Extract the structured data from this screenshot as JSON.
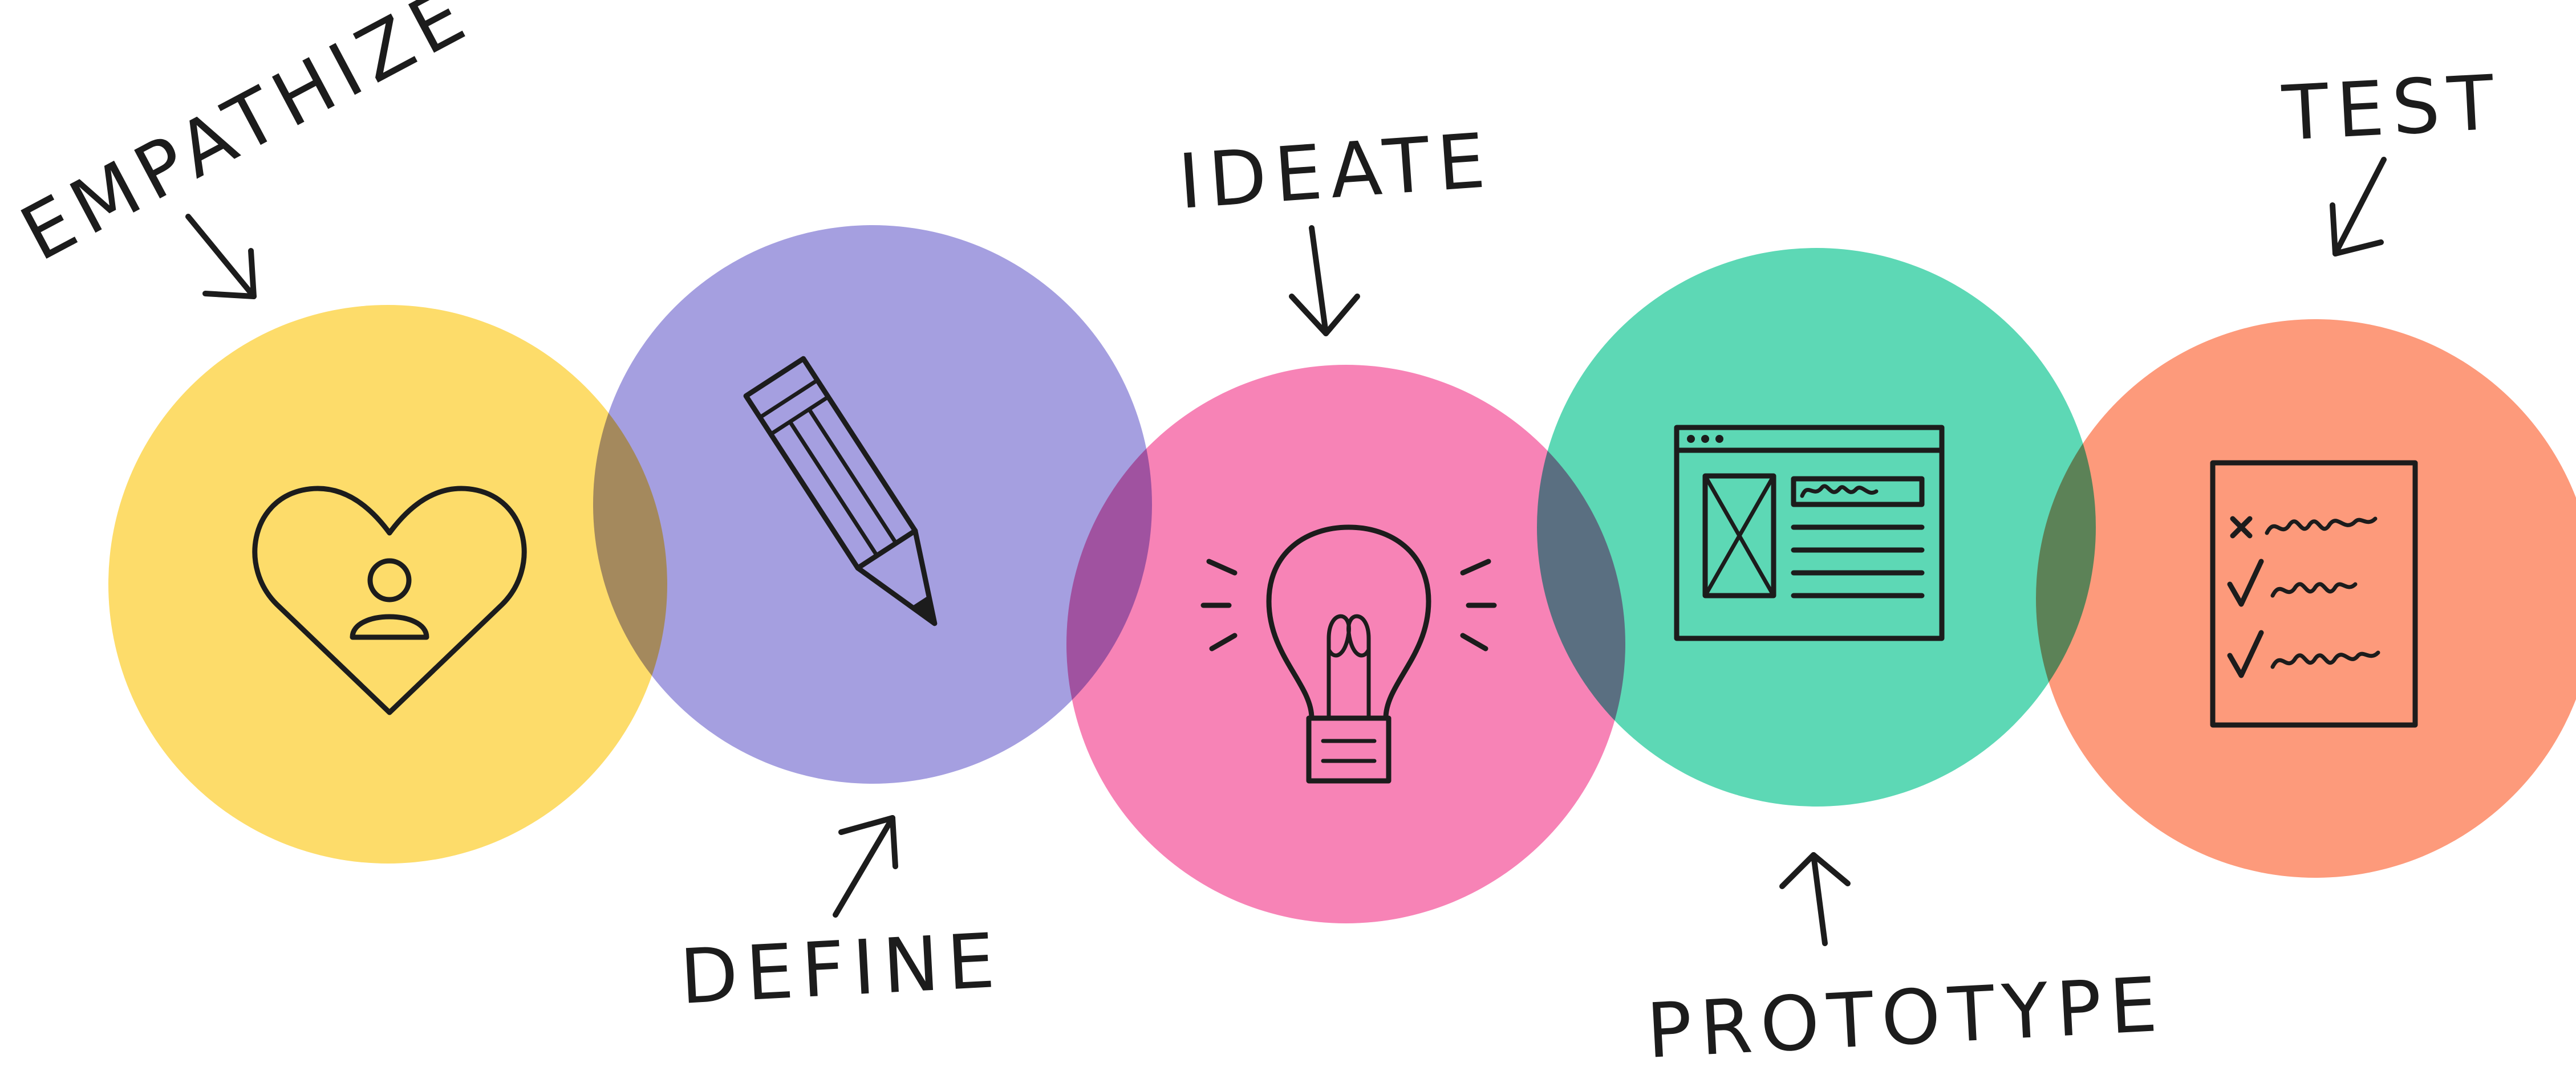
{
  "stages": [
    {
      "key": "empathize",
      "label": "EMPATHIZE",
      "color": "#FDDC6A",
      "icon": "heart-person-icon"
    },
    {
      "key": "define",
      "label": "DEFINE",
      "color": "#A59FE0",
      "icon": "pencil-icon"
    },
    {
      "key": "ideate",
      "label": "IDEATE",
      "color": "#F783B6",
      "icon": "lightbulb-icon"
    },
    {
      "key": "prototype",
      "label": "PROTOTYPE",
      "color": "#5DD8B5",
      "icon": "wireframe-icon"
    },
    {
      "key": "test",
      "label": "TEST",
      "color": "#FD9A7B",
      "icon": "checklist-icon"
    }
  ]
}
